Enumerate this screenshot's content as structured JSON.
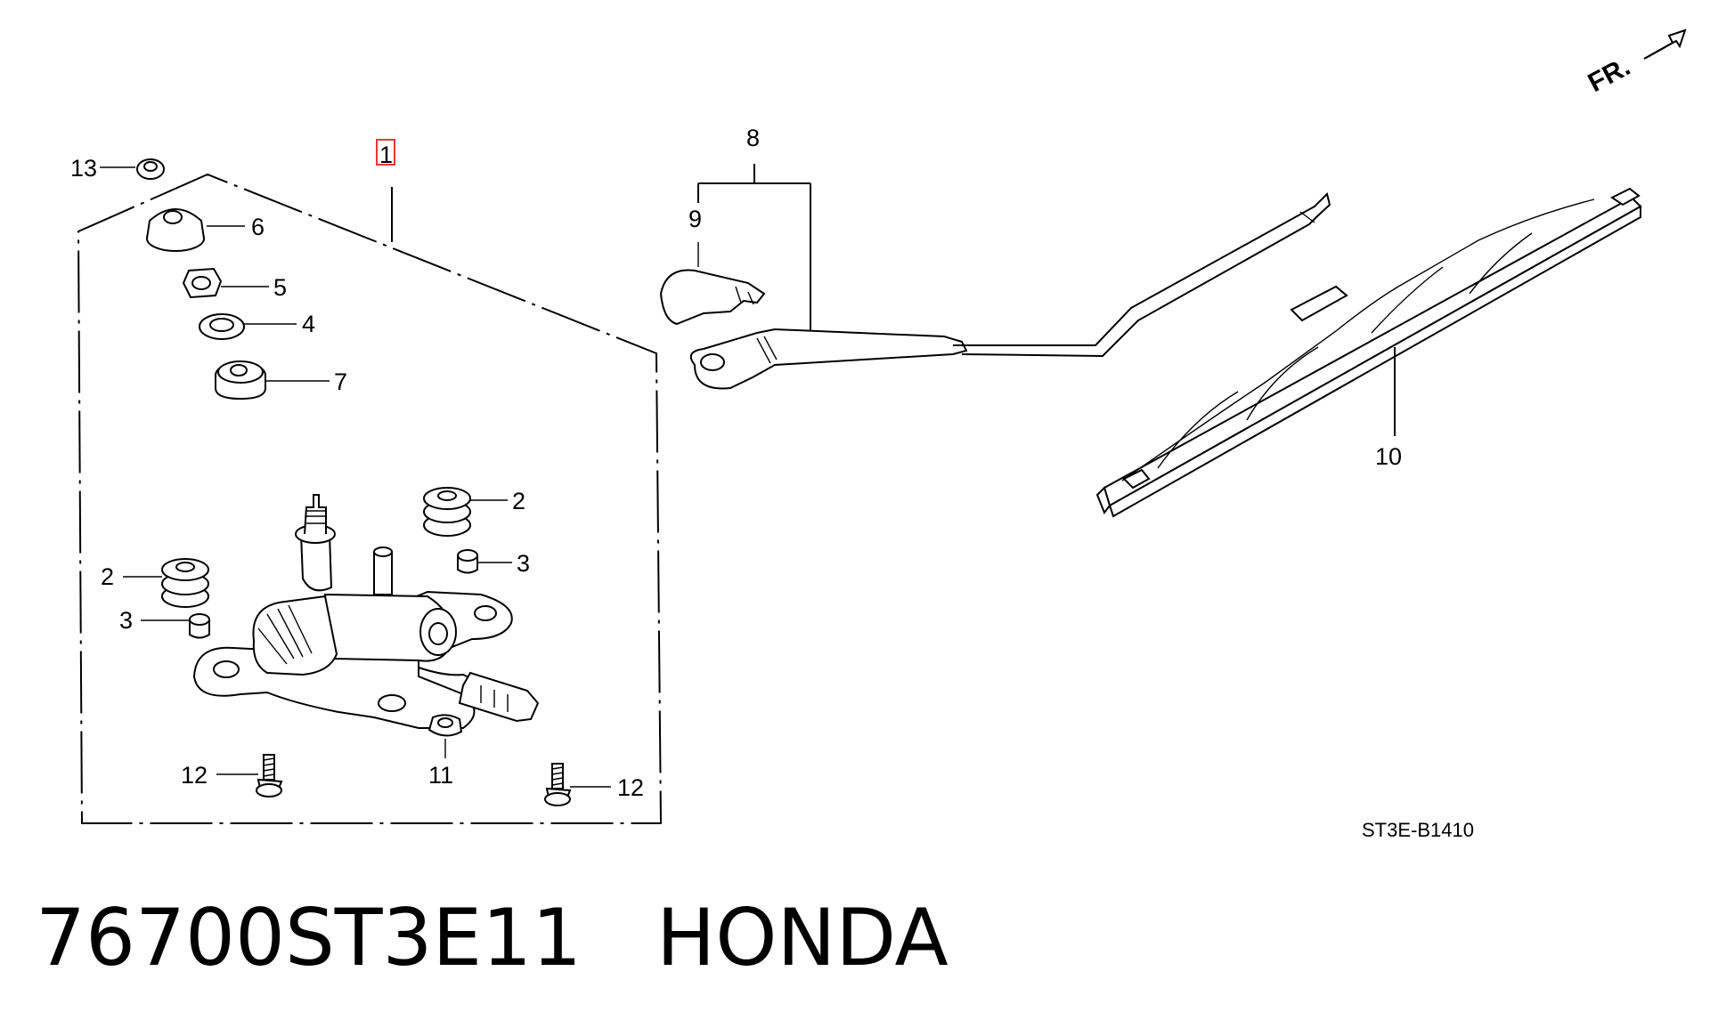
{
  "callouts": {
    "p1": "1",
    "p2a": "2",
    "p2b": "2",
    "p3a": "3",
    "p3b": "3",
    "p4": "4",
    "p5": "5",
    "p6": "6",
    "p7": "7",
    "p8": "8",
    "p9": "9",
    "p10": "10",
    "p11": "11",
    "p12a": "12",
    "p12b": "12",
    "p13": "13"
  },
  "front_marker": "FR.",
  "diagram_code": "ST3E-B1410",
  "caption": {
    "part_number": "76700ST3E11",
    "brand": "HONDA"
  },
  "colors": {
    "highlight": "#e53935",
    "ink": "#000000"
  }
}
